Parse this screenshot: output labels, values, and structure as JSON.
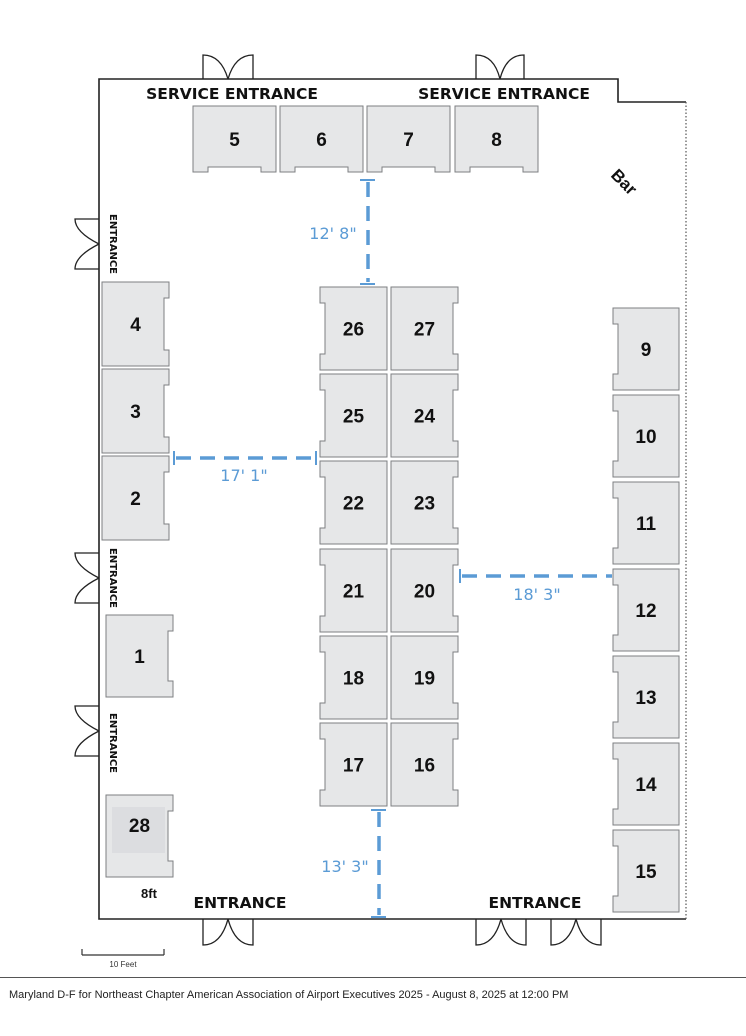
{
  "labels": {
    "service_entrance_left": "SERVICE ENTRANCE",
    "service_entrance_right": "SERVICE ENTRANCE",
    "entrance_bottom_left": "ENTRANCE",
    "entrance_bottom_right": "ENTRANCE",
    "entrance_left_1": "ENTRANCE",
    "entrance_left_2": "ENTRANCE",
    "entrance_left_3": "ENTRANCE",
    "bar": "Bar",
    "booth_size": "8ft",
    "scale": "10 Feet"
  },
  "dimensions": {
    "top_aisle": "12' 8\"",
    "left_aisle": "17' 1\"",
    "right_aisle": "18' 3\"",
    "bottom_aisle": "13' 3\""
  },
  "booths": [
    "1",
    "2",
    "3",
    "4",
    "5",
    "6",
    "7",
    "8",
    "9",
    "10",
    "11",
    "12",
    "13",
    "14",
    "15",
    "16",
    "17",
    "18",
    "19",
    "20",
    "21",
    "22",
    "23",
    "24",
    "25",
    "26",
    "27",
    "28"
  ],
  "caption": "Maryland D-F for Northeast Chapter American Association of Airport Executives 2025 - August 8, 2025 at 12:00 PM",
  "colors": {
    "dimension": "#5b9bd5",
    "booth_fill": "#e6e7e8",
    "booth_stroke": "#7d7f82"
  }
}
